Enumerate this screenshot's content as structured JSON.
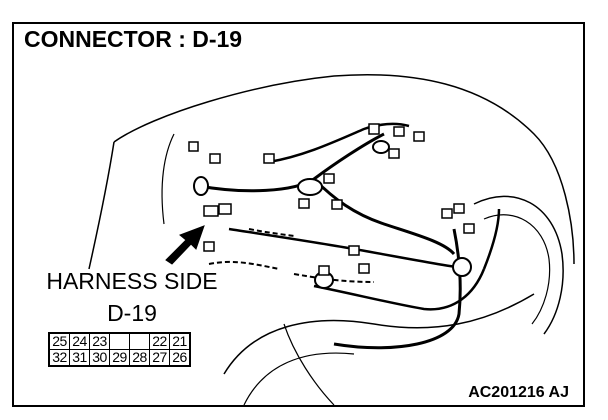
{
  "title": "CONNECTOR : D-19",
  "harness_label": {
    "line1": "HARNESS SIDE",
    "line2": "D-19"
  },
  "connector_pins": {
    "top_row": [
      "25",
      "24",
      "23",
      "",
      "",
      "22",
      "21"
    ],
    "bottom_row": [
      "32",
      "31",
      "30",
      "29",
      "28",
      "27",
      "26"
    ]
  },
  "figure_code": "AC201216 AJ"
}
